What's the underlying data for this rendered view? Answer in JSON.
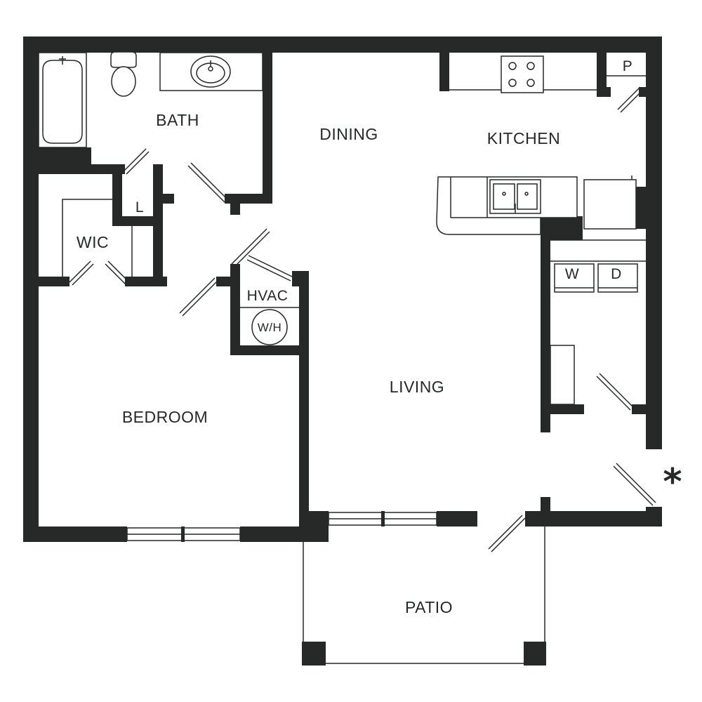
{
  "labels": {
    "bath": "BATH",
    "dining": "DINING",
    "kitchen": "KITCHEN",
    "pantry": "P",
    "linen": "L",
    "wic": "WIC",
    "hvac": "HVAC",
    "water_heater": "W/H",
    "washer": "W",
    "dryer": "D",
    "living": "LIVING",
    "bedroom": "BEDROOM",
    "patio": "PATIO",
    "entry_marker": "*"
  },
  "colors": {
    "wall": "#262928",
    "background": "#ffffff"
  }
}
